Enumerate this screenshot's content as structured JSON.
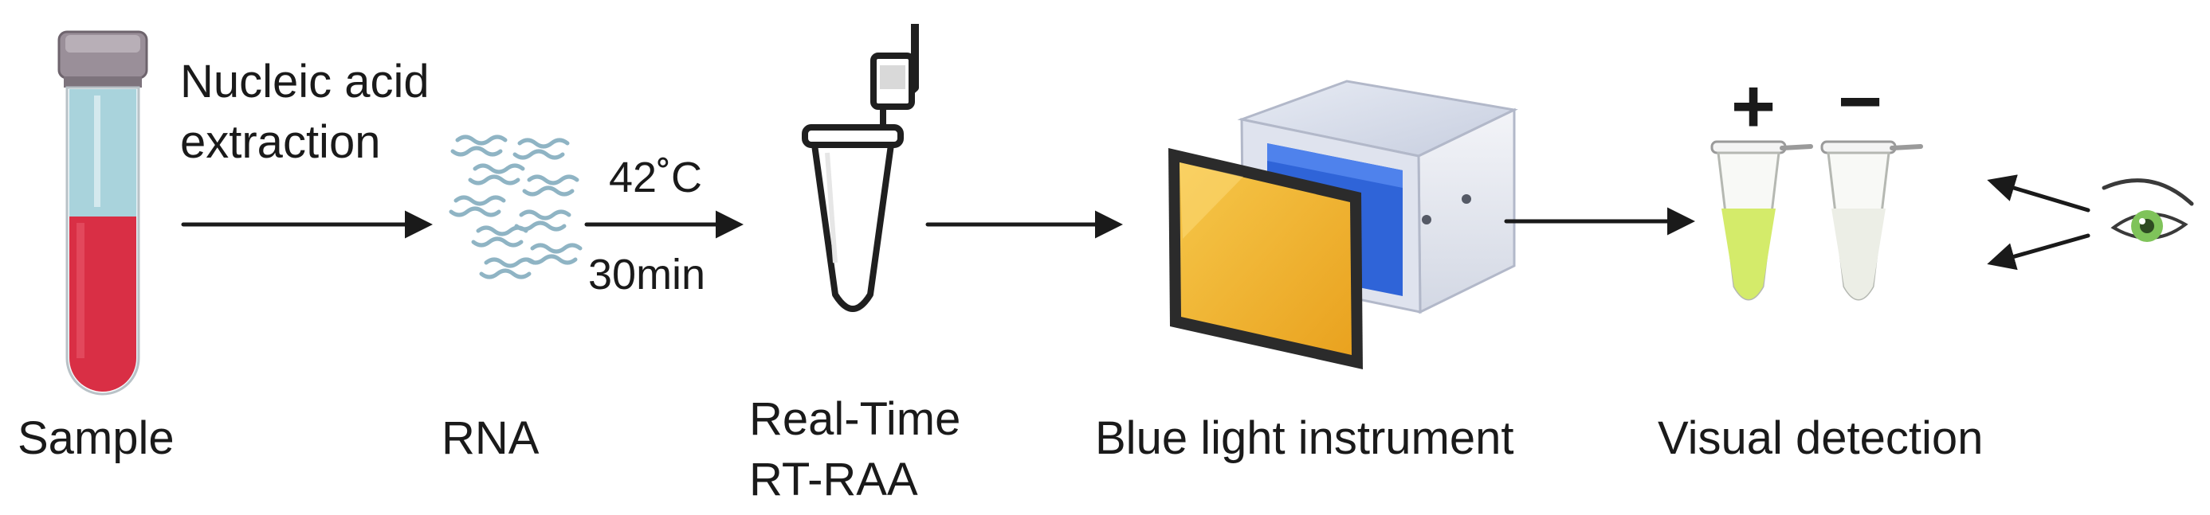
{
  "steps": {
    "sample": "Sample",
    "rna": "RNA",
    "rtraa_line1": "Real-Time",
    "rtraa_line2": "RT-RAA",
    "blue_light": "Blue light instrument",
    "visual": "Visual detection"
  },
  "conditions": {
    "extraction_line1": "Nucleic acid",
    "extraction_line2": "extraction",
    "temperature": "42˚C",
    "time": "30min"
  },
  "signs": {
    "positive": "+",
    "negative": "−"
  },
  "icons": {
    "tube": "blood-sample-tube-icon",
    "rna": "rna-strands-icon",
    "pcr": "pcr-tube-icon",
    "instrument": "blue-light-instrument-icon",
    "result_tubes": "result-tubes-icon",
    "eye": "eye-icon"
  },
  "colors": {
    "blood": "#d92f45",
    "tube_top": "#a9d3dc",
    "rna": "#8fb4c4",
    "blue_panel": "#2f64d8",
    "amber_filter": "#f2b12b",
    "positive_fluid": "#d4eb6a",
    "negative_fluid": "#eceee6",
    "iris": "#7fc35a"
  }
}
